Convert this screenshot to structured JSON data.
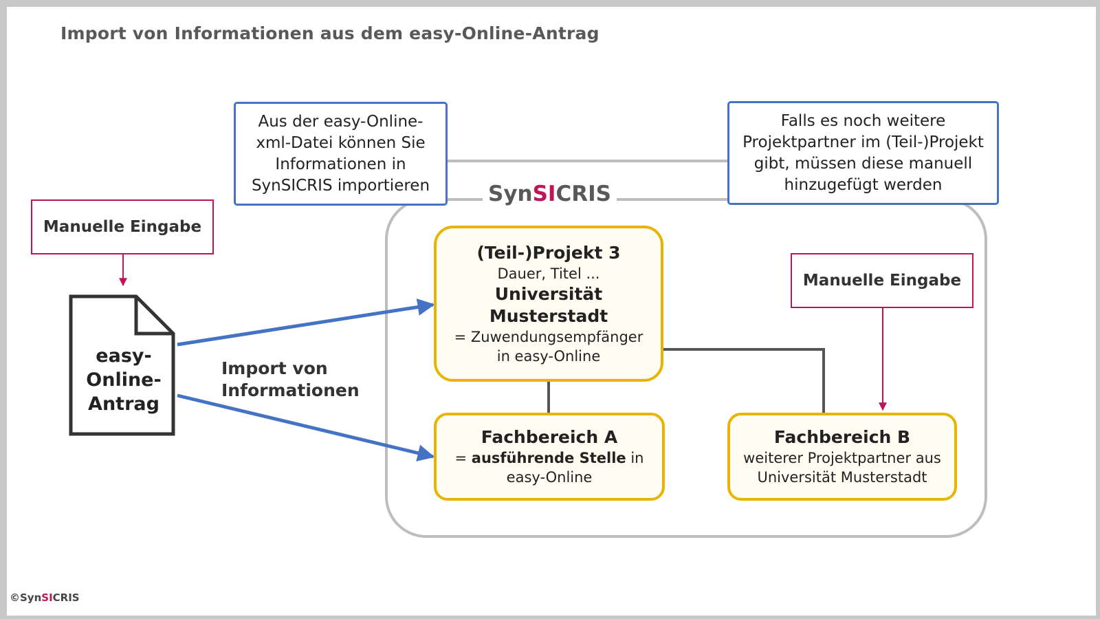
{
  "title": "Import von Informationen aus dem easy-Online-Antrag",
  "brand": {
    "prefix": "Syn",
    "highlight": "SI",
    "suffix": "CRIS"
  },
  "callout_left": [
    "Aus der easy-Online-",
    "xml-Datei können Sie",
    "Informationen in",
    "SynSICRIS importieren"
  ],
  "callout_right": [
    "Falls es noch weitere",
    "Projektpartner im (Teil-)Projekt",
    "gibt, müssen diese manuell",
    "hinzugefügt werden"
  ],
  "manual_left": "Manuelle Eingabe",
  "manual_right": "Manuelle Eingabe",
  "document": {
    "lines": [
      "easy-",
      "Online-",
      "Antrag"
    ],
    "icon": "document-icon"
  },
  "import_label": [
    "Import von",
    "Informationen"
  ],
  "project_box": {
    "heading": "(Teil-)Projekt 3",
    "detail": "Dauer, Titel ...",
    "org_line1": "Universität",
    "org_line2": "Musterstadt",
    "role_line1": "= Zuwendungsempfänger",
    "role_line2": "in easy-Online"
  },
  "fachbereich_a": {
    "heading": "Fachbereich A",
    "prefix": "= ",
    "bold": "ausführende Stelle",
    "suffix": " in",
    "line2": "easy-Online"
  },
  "fachbereich_b": {
    "heading": "Fachbereich B",
    "line1": "weiterer Projektpartner aus",
    "line2": "Universität Musterstadt"
  },
  "copyright": {
    "symbol": "©",
    "prefix": "Syn",
    "highlight": "SI",
    "suffix": "CRIS"
  },
  "colors": {
    "blue": "#4472c4",
    "pink": "#c0145a",
    "yellow": "#e8b400",
    "gray": "#bdbdbd"
  }
}
